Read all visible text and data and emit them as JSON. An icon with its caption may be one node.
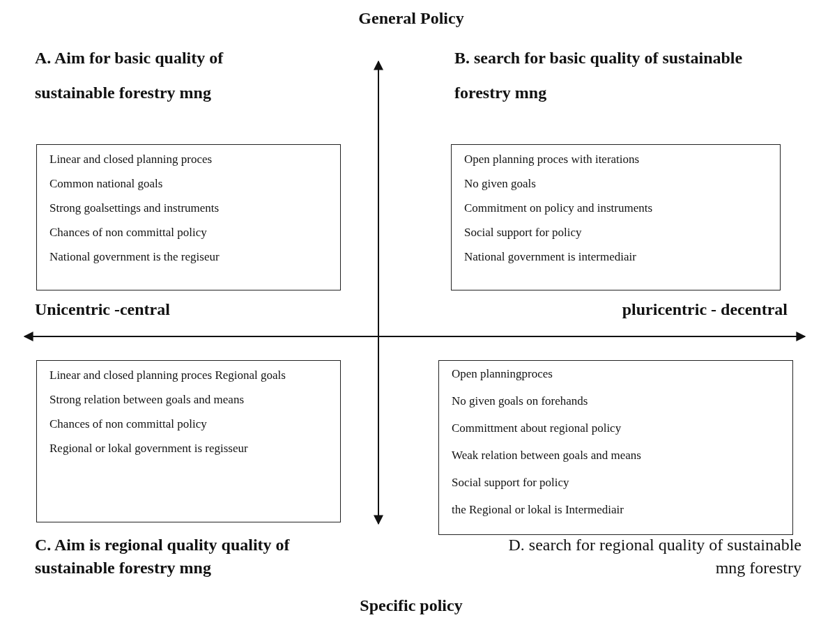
{
  "diagram": {
    "nodes": [
      {
        "text": [
          "Linear and closed planning proces",
          "Common national goals",
          "Strong goalsettings and instruments",
          "Chances of non committal policy",
          "National government is the regiseur"
        ]
      },
      {
        "text": [
          "Open planning proces with iterations",
          "No given goals",
          "Commitment on policy and instruments",
          "Social support for policy",
          "National government is intermediair"
        ]
      },
      {
        "text": [
          "Linear and closed planning proces Regional goals",
          "Strong relation between goals and means",
          "Chances of non committal policy",
          "Regional or lokal government is regisseur"
        ]
      },
      {
        "text": [
          "Open planningproces",
          "No given goals on forehands",
          "Committment about regional policy",
          "Weak relation between goals and means",
          "Social support for policy",
          "the Regional or lokal is Intermediair"
        ]
      }
    ],
    "edges": [],
    "labels": [
      "General Policy",
      "A. Aim for basic quality of sustainable forestry mng",
      "B. search for basic quality of sustainable forestry mng",
      "Unicentric -central",
      "pluricentric - decentral",
      "C. Aim is regional quality quality of sustainable forestry mng",
      "D. search for regional quality of sustainable mng forestry",
      "Specific policy"
    ]
  }
}
